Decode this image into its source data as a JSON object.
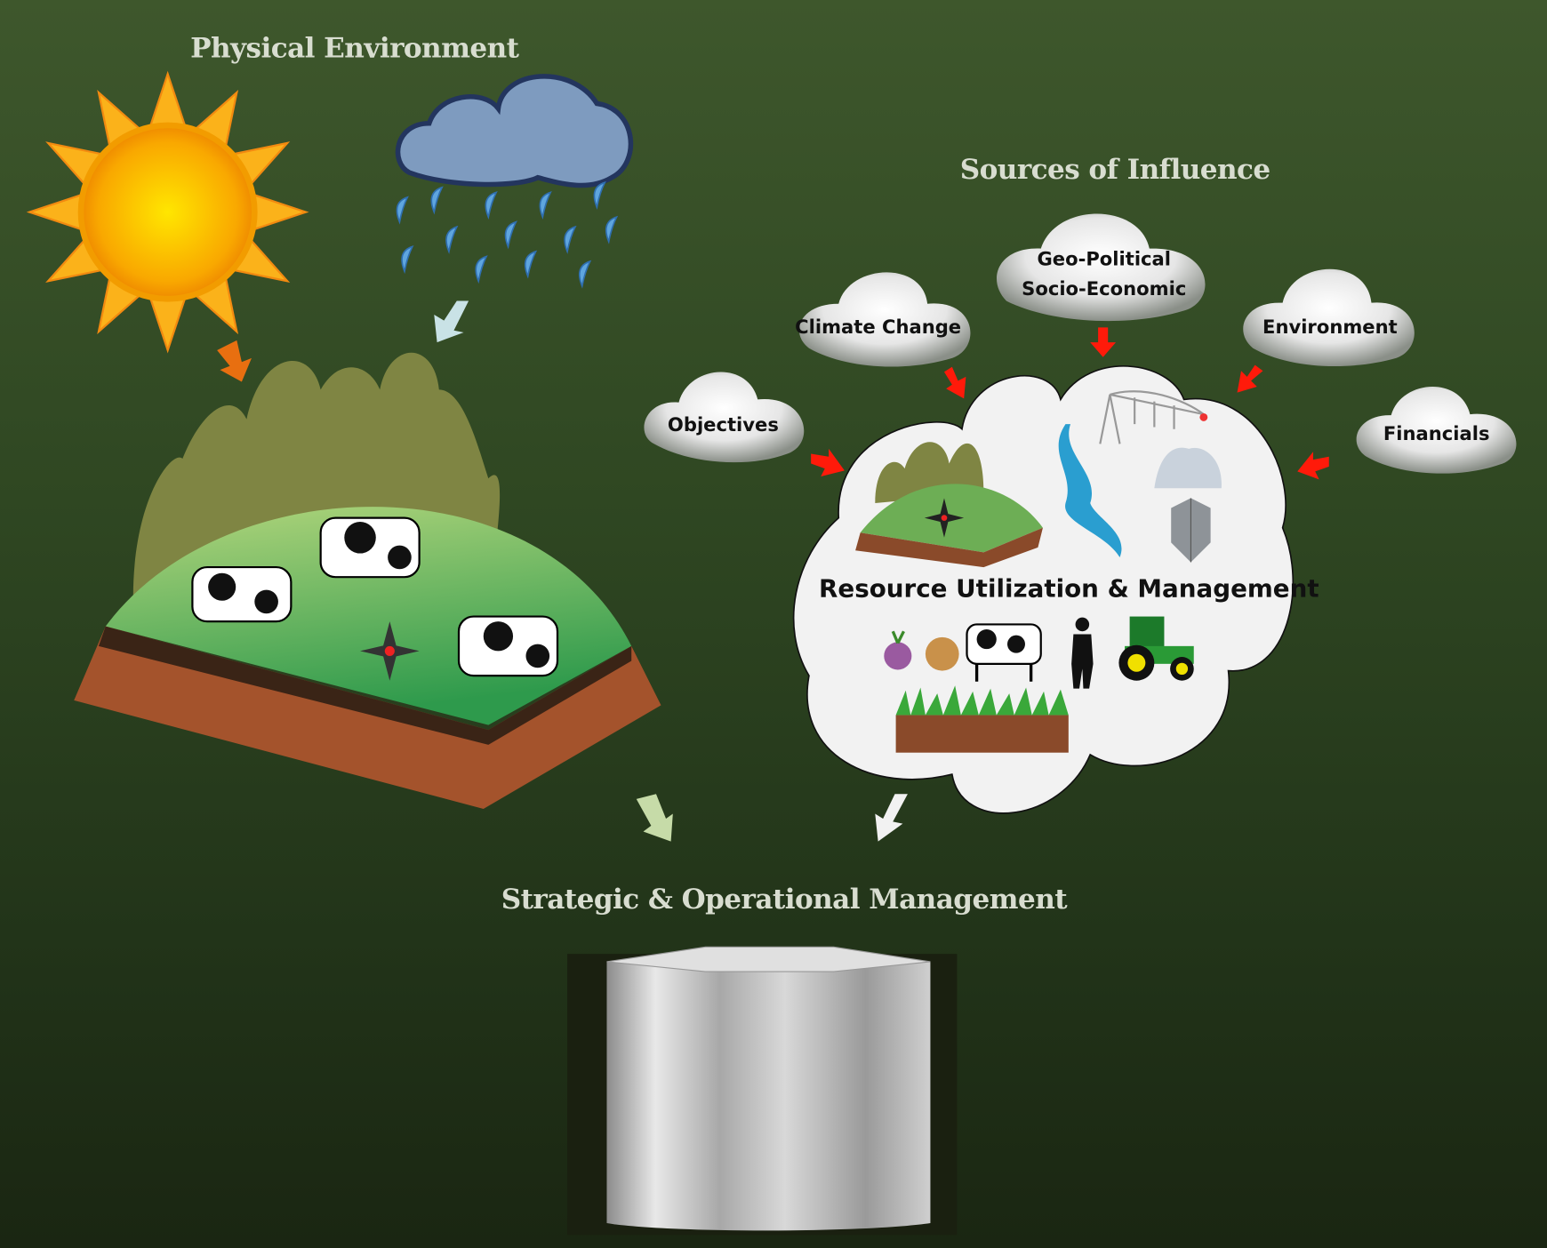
{
  "titles": {
    "physical_environment": "Physical Environment",
    "sources_of_influence": "Sources of Influence",
    "strategic_management": "Strategic & Operational Management"
  },
  "influences": [
    {
      "label": "Objectives"
    },
    {
      "label": "Climate Change"
    },
    {
      "label_line1": "Geo-Political",
      "label_line2": "Socio-Economic"
    },
    {
      "label": "Environment"
    },
    {
      "label": "Financials"
    }
  ],
  "resource_cloud": {
    "label": "Resource Utilization & Management"
  },
  "colors": {
    "arrow_red": "#ff1a0a",
    "sun_arrow": "#e86f10",
    "rain_arrow": "#c9e2e6",
    "pasture": "#7fb85a"
  }
}
